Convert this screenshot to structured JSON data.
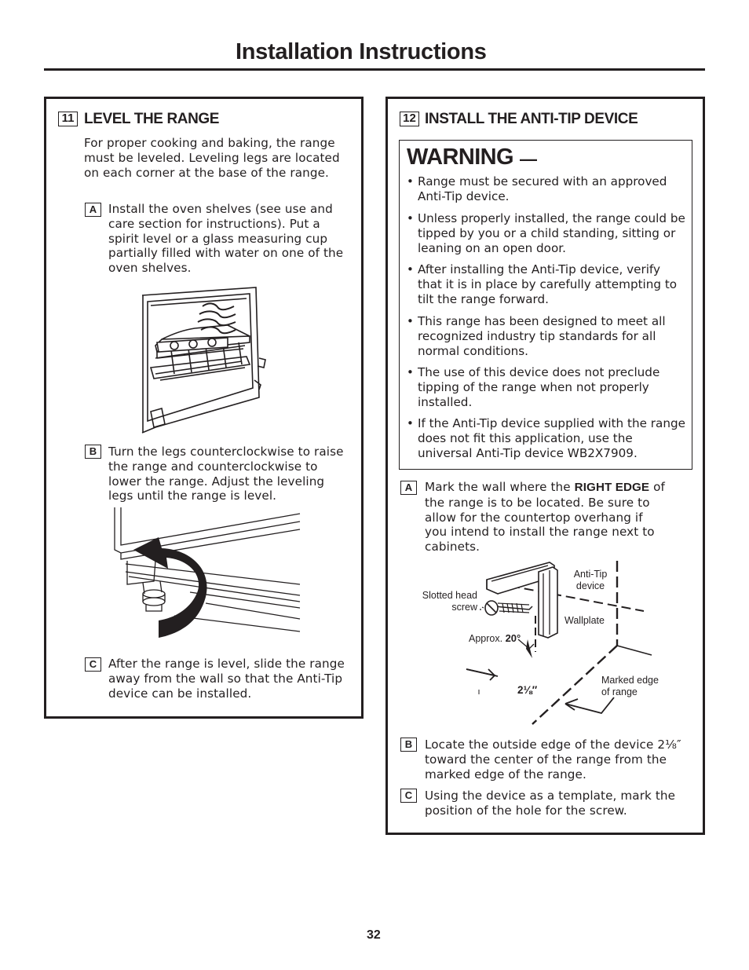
{
  "header": {
    "title": "Installation Instructions"
  },
  "left_panel": {
    "step_number": "11",
    "step_title": "LEVEL THE RANGE",
    "intro": "For proper cooking and baking, the range must be leveled. Leveling legs are located on each corner at the base of the range.",
    "substeps": [
      {
        "letter": "A",
        "text": "Install the oven shelves (see use and care section for instructions). Put a spirit level or a glass measuring cup partially filled with water on one of the oven shelves."
      },
      {
        "letter": "B",
        "text": "Turn the legs counterclockwise to raise the range and counterclockwise to lower the range. Adjust the leveling legs until the range is level."
      },
      {
        "letter": "C",
        "text": "After the range is level, slide the range away from the wall so that the Anti-Tip device can be installed."
      }
    ]
  },
  "right_panel": {
    "step_number": "12",
    "step_title": "INSTALL THE ANTI-TIP DEVICE",
    "warning": {
      "heading": "WARNING",
      "dash": "—",
      "bullets": [
        "Range must be secured with an approved Anti-Tip device.",
        "Unless properly installed, the range could be tipped by you or a child standing, sitting or leaning on an open door.",
        "After installing the Anti-Tip device, verify that it is in place by carefully attempting to tilt the range forward.",
        "This range has been designed to meet all recognized industry tip standards for all normal conditions.",
        "The use of this device does not preclude tipping of the range when not properly installed.",
        "If the Anti-Tip device supplied with the range does not fit this application, use the universal Anti-Tip device WB2X7909."
      ]
    },
    "substeps": [
      {
        "letter": "A",
        "text_before": "Mark the wall where the ",
        "emphasis": "RIGHT EDGE",
        "text_after": " of the range is to be located. Be sure to allow for the countertop overhang if you intend to install the range next to cabinets."
      },
      {
        "letter": "B",
        "text": "Locate the outside edge of the device 2⅛″ toward the center of the range from the marked edge of the range."
      },
      {
        "letter": "C",
        "text": "Using the device as a template, mark the position of the hole for the screw."
      }
    ],
    "diagram_labels": {
      "anti_tip_line1": "Anti-Tip",
      "anti_tip_line2": "device",
      "screw_line1": "Slotted head",
      "screw_line2": "screw",
      "wallplate": "Wallplate",
      "approx": "Approx.",
      "angle": "20°",
      "dimension": "2⅛″",
      "marked_line1": "Marked edge",
      "marked_line2": "of range"
    }
  },
  "footer": {
    "page_number": "32"
  }
}
